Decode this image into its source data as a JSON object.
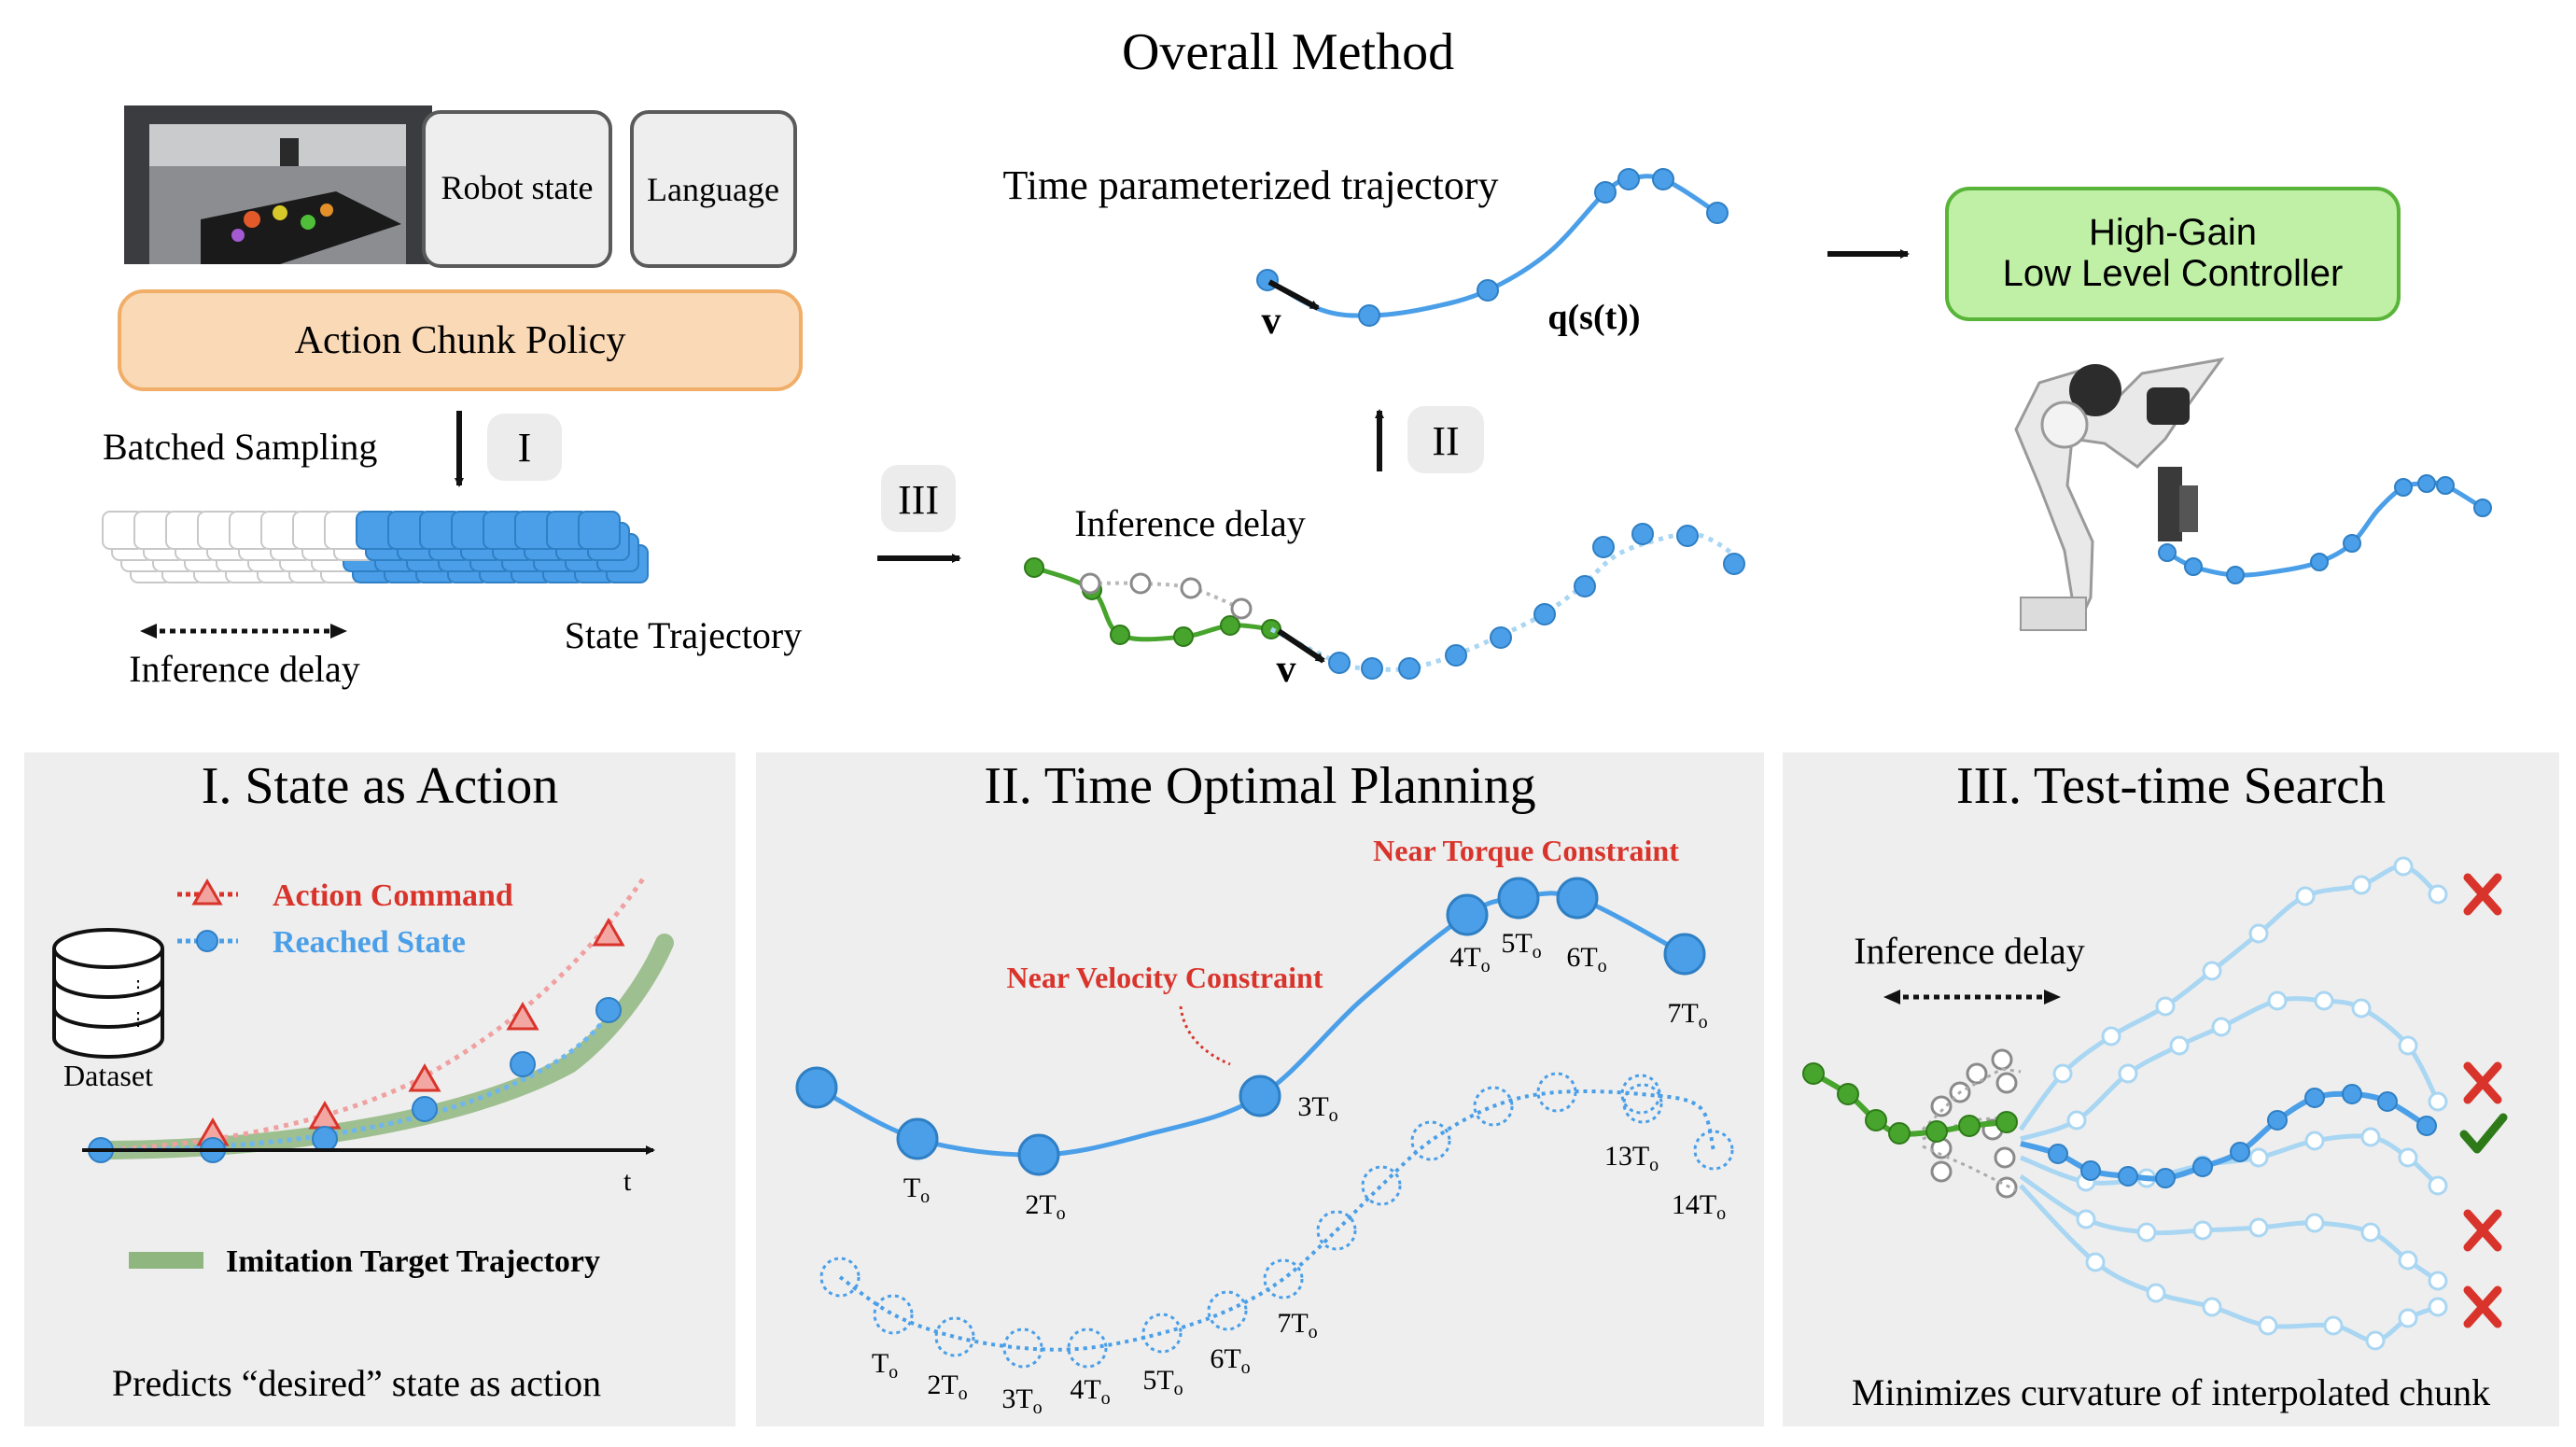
{
  "title": "Overall Method",
  "inputs": {
    "robot_state": "Robot state",
    "language": "Language"
  },
  "policy": "Action Chunk Policy",
  "batched_sampling": "Batched Sampling",
  "inference_delay": "Inference delay",
  "state_trajectory": "State Trajectory",
  "step_labels": {
    "one": "I",
    "two": "II",
    "three": "III"
  },
  "time_param_trajectory": "Time parameterized trajectory",
  "velocity_symbol": "v",
  "q_label": "q(s(t))",
  "controller": {
    "line1": "High-Gain",
    "line2": "Low Level Controller"
  },
  "panel1": {
    "title": "I. State as Action",
    "legend_action": "Action Command",
    "legend_reached": "Reached State",
    "dataset": "Dataset",
    "t_axis": "t",
    "imitation": "Imitation Target Trajectory",
    "caption": "Predicts “desired” state as action"
  },
  "panel2": {
    "title": "II. Time Optimal Planning",
    "near_torque": "Near Torque Constraint",
    "near_velocity": "Near Velocity Constraint",
    "top_ticks": [
      "T",
      "2T",
      "3T",
      "4T",
      "5T",
      "6T",
      "7T"
    ],
    "bottom_ticks": [
      "T",
      "2T",
      "3T",
      "4T",
      "5T",
      "6T",
      "7T",
      "13T",
      "14T"
    ],
    "subscript": "o"
  },
  "panel3": {
    "title": "III. Test-time Search",
    "inference_delay": "Inference delay",
    "caption": "Minimizes curvature of interpolated chunk"
  },
  "colors": {
    "blue": "#4a9fe8",
    "blue_light": "#a9d6f2",
    "green": "#47a42c",
    "red": "#d9342b",
    "orange_fill": "#fad9b6",
    "orange_border": "#f0ae68",
    "green_fill": "#bff0a5",
    "green_border": "#59b43a",
    "panel_bg": "#eeeeee",
    "imitation_green": "#8fb67f"
  }
}
